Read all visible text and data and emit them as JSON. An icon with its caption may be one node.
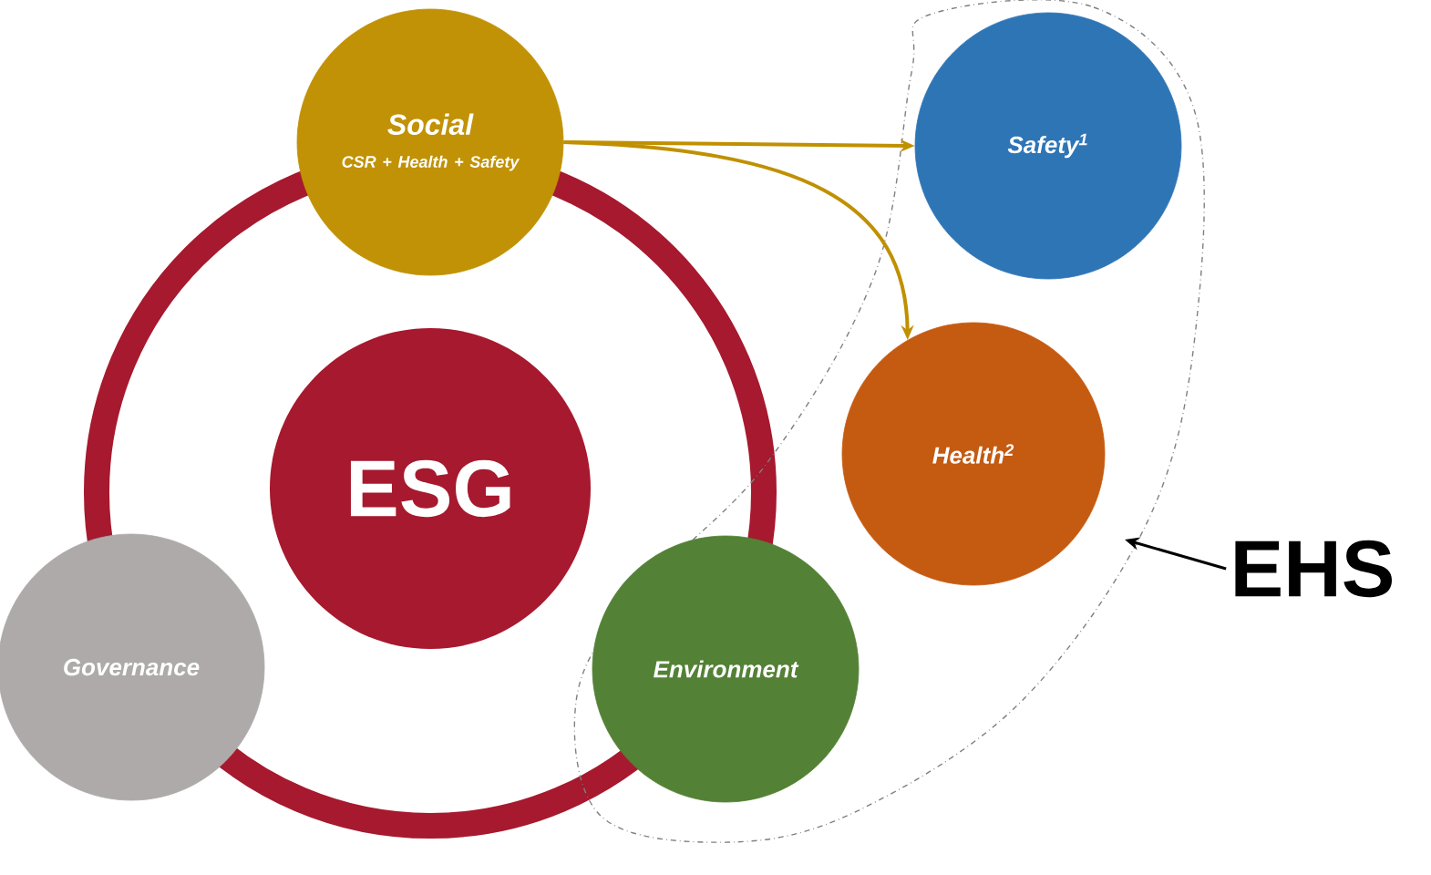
{
  "diagram": {
    "nodes": [
      {
        "text": [
          "ESG"
        ]
      },
      {
        "text": [
          "Social",
          "CSR + Health + Safety"
        ]
      },
      {
        "text": [
          "Governance"
        ]
      },
      {
        "text": [],
        "shape": "outline"
      },
      {
        "text": [
          "Safety$^{1}$"
        ],
        "in": 3
      },
      {
        "text": [
          "Health$^{2}$"
        ],
        "in": 3
      },
      {
        "text": [
          "Environment"
        ],
        "in": 3
      },
      {
        "text": [
          "EHS"
        ]
      }
    ],
    "edges": [
      {
        "from": 1,
        "to": 4,
        "arrow": "to"
      },
      {
        "from": 1,
        "to": 5,
        "arrow": "to"
      },
      {
        "from": 7,
        "to": 3,
        "arrow": "to",
        "color": "#000000"
      }
    ]
  }
}
